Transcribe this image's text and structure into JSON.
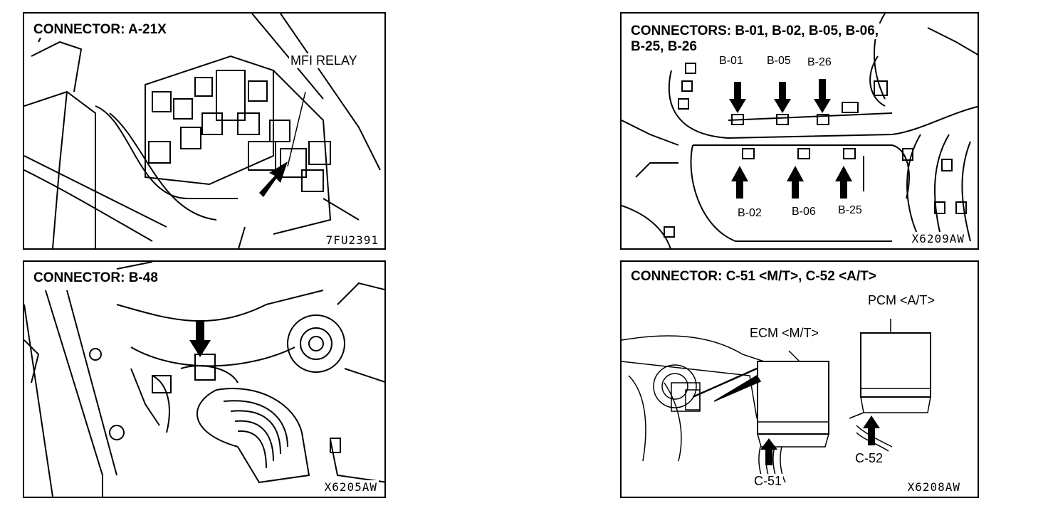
{
  "panels": {
    "a21x": {
      "title": "CONNECTOR: A-21X",
      "label": "MFI RELAY",
      "figure_id": "7FU2391"
    },
    "b_group": {
      "title_line1": "CONNECTORS: B-01, B-02, B-05, B-06,",
      "title_line2": "B-25, B-26",
      "labels": {
        "b01": "B-01",
        "b05": "B-05",
        "b26": "B-26",
        "b02": "B-02",
        "b06": "B-06",
        "b25": "B-25"
      },
      "figure_id": "X6209AW"
    },
    "b48": {
      "title": "CONNECTOR: B-48",
      "figure_id": "X6205AW"
    },
    "c51_c52": {
      "title": "CONNECTOR: C-51 <M/T>, C-52 <A/T>",
      "ecm_label": "ECM <M/T>",
      "pcm_label": "PCM <A/T>",
      "c51": "C-51",
      "c52": "C-52",
      "figure_id": "X6208AW"
    }
  }
}
